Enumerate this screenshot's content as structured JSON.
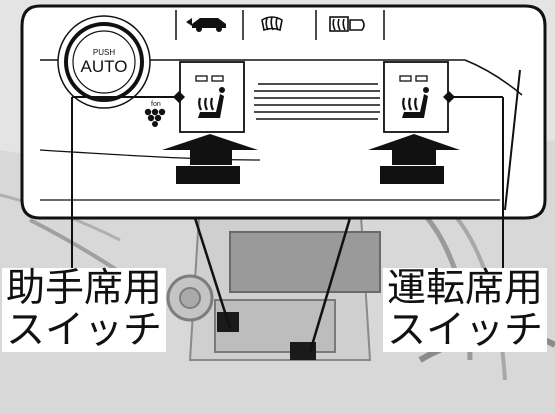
{
  "climate_panel": {
    "auto_button": {
      "line1": "PUSH",
      "line2": "AUTO"
    },
    "fan_speed_label": "fon",
    "top_icons": [
      "recirculation-car-icon",
      "front-defrost-icon",
      "rear-defrost-mirror-icon"
    ],
    "seat_heater_icon": "seat-heater-icon"
  },
  "callouts": {
    "passenger": {
      "line1": "助手席用",
      "line2": "スイッチ"
    },
    "driver": {
      "line1": "運転席用",
      "line2": "スイッチ"
    }
  },
  "colors": {
    "frame": "#111111",
    "panel": "#ffffff",
    "background_photo": "#e3e3e3",
    "arrow": "#111111"
  }
}
